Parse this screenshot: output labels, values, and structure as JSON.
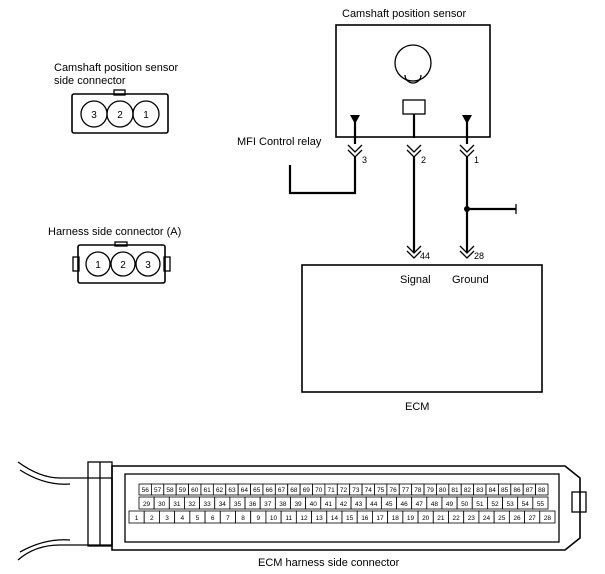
{
  "sensor": {
    "title": "Camshaft position sensor",
    "relay_label": "MFI Control relay",
    "pins": [
      "3",
      "2",
      "1"
    ]
  },
  "ecm": {
    "title": "ECM",
    "signal_pin": "44",
    "ground_pin": "28",
    "signal_label": "Signal",
    "ground_label": "Ground"
  },
  "sensor_connector": {
    "title_line1": "Camshaft position sensor",
    "title_line2": "side connector",
    "cavities": [
      "3",
      "2",
      "1"
    ]
  },
  "harness_connector": {
    "title": "Harness side connector (A)",
    "cavities": [
      "1",
      "2",
      "3"
    ]
  },
  "ecm_connector": {
    "title": "ECM harness side connector",
    "top_row": [
      "56",
      "57",
      "58",
      "59",
      "60",
      "61",
      "62",
      "63",
      "64",
      "65",
      "66",
      "67",
      "68",
      "69",
      "70",
      "71",
      "72",
      "73",
      "74",
      "75",
      "76",
      "77",
      "78",
      "79",
      "80",
      "81",
      "82",
      "83",
      "84",
      "85",
      "86",
      "87",
      "88"
    ],
    "middle_row": [
      "29",
      "30",
      "31",
      "32",
      "33",
      "34",
      "35",
      "36",
      "37",
      "38",
      "39",
      "40",
      "41",
      "42",
      "43",
      "44",
      "45",
      "46",
      "47",
      "48",
      "49",
      "50",
      "51",
      "52",
      "53",
      "54",
      "55"
    ],
    "bottom_row": [
      "1",
      "2",
      "3",
      "4",
      "5",
      "6",
      "7",
      "8",
      "9",
      "10",
      "11",
      "12",
      "13",
      "14",
      "15",
      "16",
      "17",
      "18",
      "19",
      "20",
      "21",
      "22",
      "23",
      "24",
      "25",
      "26",
      "27",
      "28"
    ]
  }
}
